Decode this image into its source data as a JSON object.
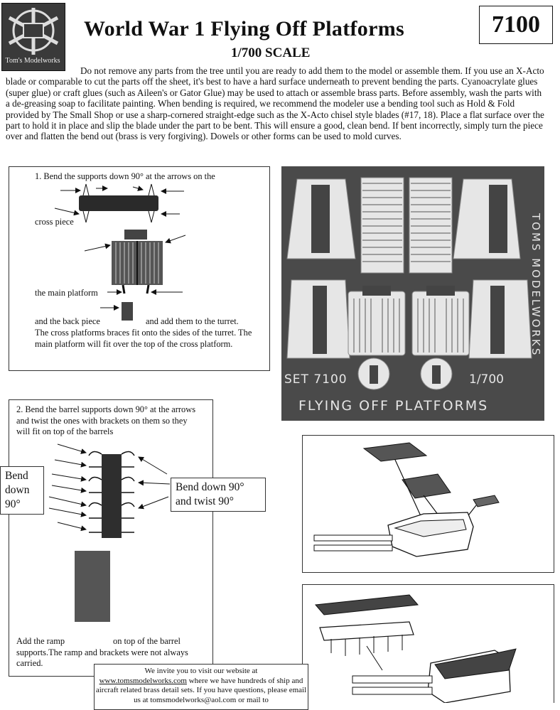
{
  "header": {
    "logo_text": "Tom's Modelworks",
    "title": "World War 1 Flying Off Platforms",
    "scale": "1/700 SCALE",
    "part_number": "7100"
  },
  "intro": "Do not remove any parts from the tree until you are ready to add them to the model or assemble them. If you use an X-Acto blade or comparable to cut the parts off the sheet, it's best to have a hard surface underneath to prevent bending the parts. Cyanoacrylate glues (super glue) or craft glues (such as Aileen's or Gator Glue) may be used to attach or assemble brass parts. Before assembly, wash the parts with a de-greasing soap to facilitate painting. When bending is required, we recommend the modeler use a bending tool such as Hold & Fold provided by The Small Shop or use a sharp-cornered straight-edge such as the X-Acto chisel style blades (#17, 18). Place a flat surface over the part to hold it in place and slip the blade under the part to be bent. This will ensure a good, clean bend. If bent incorrectly, simply turn the piece over and flatten the bend out (brass is very forgiving). Dowels or other forms can be used to mold curves.",
  "step1": {
    "heading": "1.   Bend the supports down 90° at the arrows on the",
    "cross_piece": "cross piece",
    "main_platform": "the main platform",
    "back_piece_a": "and the back piece",
    "back_piece_b": "and add them to the turret.",
    "body": "The cross platforms braces fit onto the sides of the turret. The main platform will fit over the top of the cross platform."
  },
  "step2": {
    "heading": "2. Bend the barrel supports down 90° at the arrows and twist the ones with brackets on them so they will fit on top of the barrels",
    "ramp_a": "Add the ramp",
    "ramp_b": "on top of the barrel supports.The ramp and brackets were not always carried.",
    "callout_left": "Bend down 90°",
    "callout_right": "Bend down 90° and twist 90°"
  },
  "fret": {
    "brand": "TOMS MODELWORKS",
    "set": "SET 7100",
    "scale": "1/700",
    "name": "FLYING OFF PLATFORMS"
  },
  "footer": {
    "line1": "We invite you to visit our website at",
    "url": "www.tomsmodelworks.com",
    "line2": "where we have hundreds of ship and aircraft related brass detail sets. If you have questions, please email us at tomsmodelworks@aol.com or mail to"
  },
  "colors": {
    "ink": "#111111",
    "fret": "#4a4a4a",
    "etch_light": "#e6e6e6"
  }
}
